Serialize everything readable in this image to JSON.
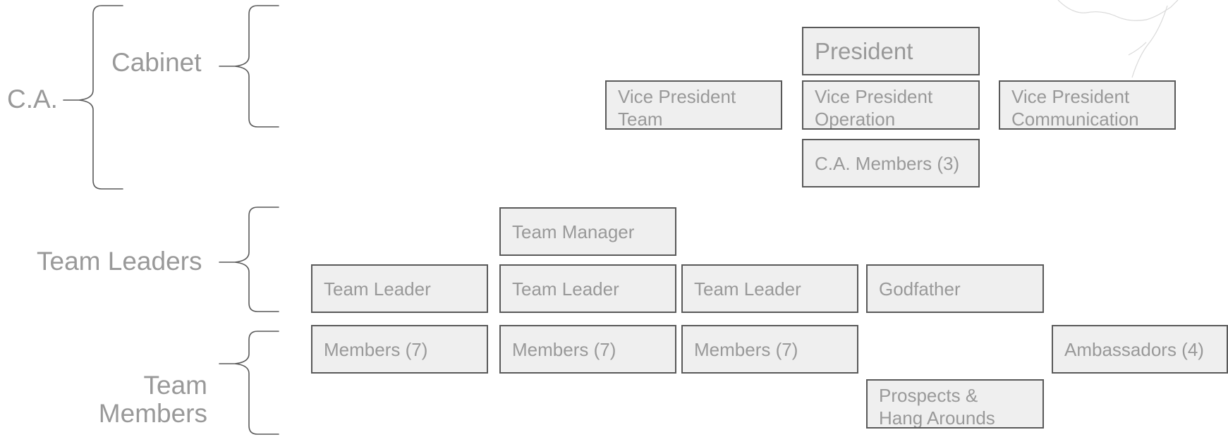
{
  "colors": {
    "box_fill": "#efefef",
    "box_border": "#595959",
    "text": "#999999",
    "bracket": "#595959"
  },
  "groups": {
    "ca": "C.A.",
    "cabinet": "Cabinet",
    "team_leaders": "Team Leaders",
    "team_members": "Team\nMembers"
  },
  "nodes": {
    "president": "President",
    "vp_team": "Vice President\nTeam",
    "vp_operation": "Vice President\nOperation",
    "vp_communication": "Vice President\nCommunication",
    "ca_members": "C.A. Members (3)",
    "team_manager": "Team Manager",
    "team_leader_1": "Team Leader",
    "team_leader_2": "Team Leader",
    "team_leader_3": "Team Leader",
    "godfather": "Godfather",
    "members_1": "Members (7)",
    "members_2": "Members (7)",
    "members_3": "Members (7)",
    "ambassadors": "Ambassadors (4)",
    "prospects": "Prospects &\nHang Arounds"
  }
}
